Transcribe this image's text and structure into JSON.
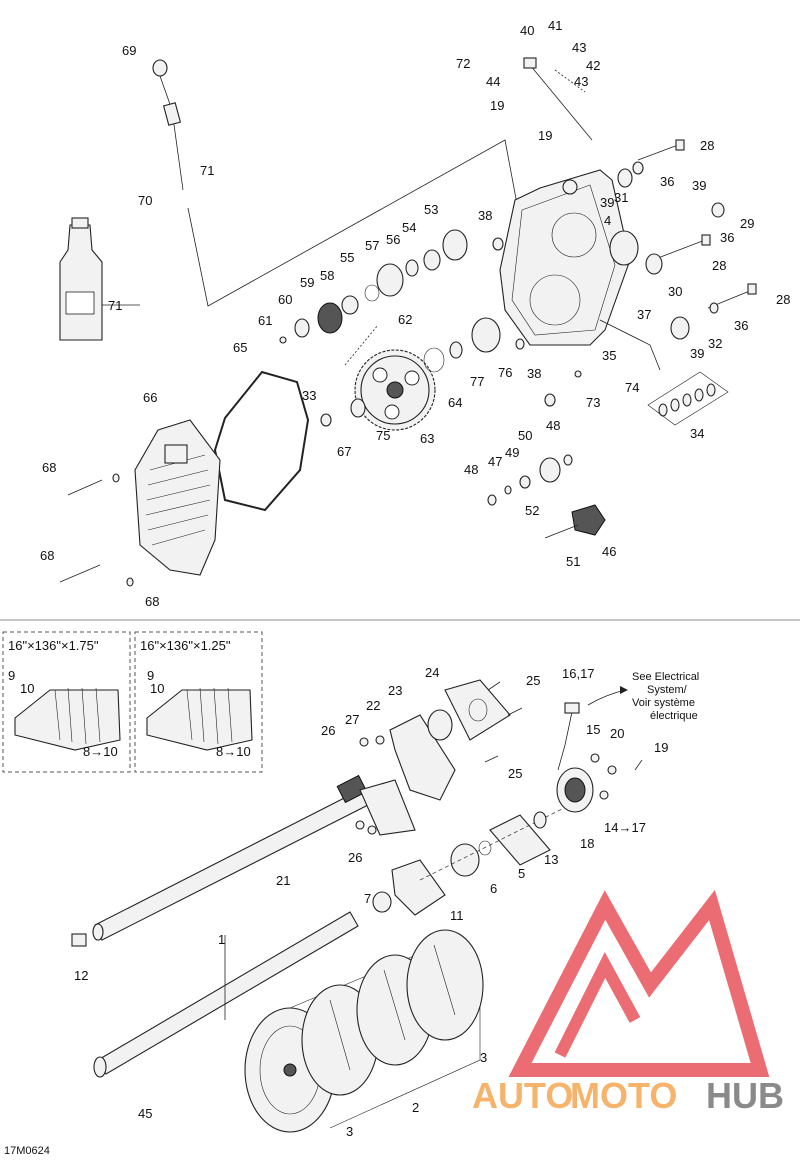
{
  "diagram": {
    "code": "17M0624",
    "watermark": {
      "text_a": "AUTO",
      "text_b": "MOTO",
      "text_c": "HUB",
      "color_orange": "#f5b36b",
      "color_gray": "#8a8a8a",
      "color_red": "#e8535a"
    },
    "top_labels": [
      "69",
      "70",
      "71",
      "71",
      "72",
      "40",
      "41",
      "43",
      "42",
      "43",
      "44",
      "19",
      "19",
      "28",
      "36",
      "31",
      "39",
      "39",
      "29",
      "36",
      "4",
      "28",
      "30",
      "28",
      "38",
      "53",
      "54",
      "56",
      "57",
      "55",
      "58",
      "59",
      "60",
      "61",
      "62",
      "65",
      "66",
      "68",
      "68",
      "68",
      "33",
      "67",
      "75",
      "63",
      "64",
      "77",
      "76",
      "38",
      "73",
      "74",
      "35",
      "37",
      "39",
      "32",
      "36",
      "34",
      "48",
      "50",
      "49",
      "47",
      "48",
      "52",
      "51",
      "46"
    ],
    "bottom_labels": [
      "24",
      "25",
      "23",
      "22",
      "27",
      "26",
      "25",
      "26",
      "21",
      "12",
      "7",
      "11",
      "6",
      "5",
      "13",
      "16,17",
      "15",
      "20",
      "19",
      "18",
      "14→17",
      "1",
      "2",
      "3",
      "3",
      "45",
      "8→10",
      "8→10",
      "9",
      "10",
      "9",
      "10"
    ],
    "insets": [
      {
        "title": "16\"×136\"×1.75\""
      },
      {
        "title": "16\"×136\"×1.25\""
      }
    ],
    "electrical_note": [
      "See Electrical",
      "System/",
      "Voir système",
      "électrique"
    ]
  }
}
